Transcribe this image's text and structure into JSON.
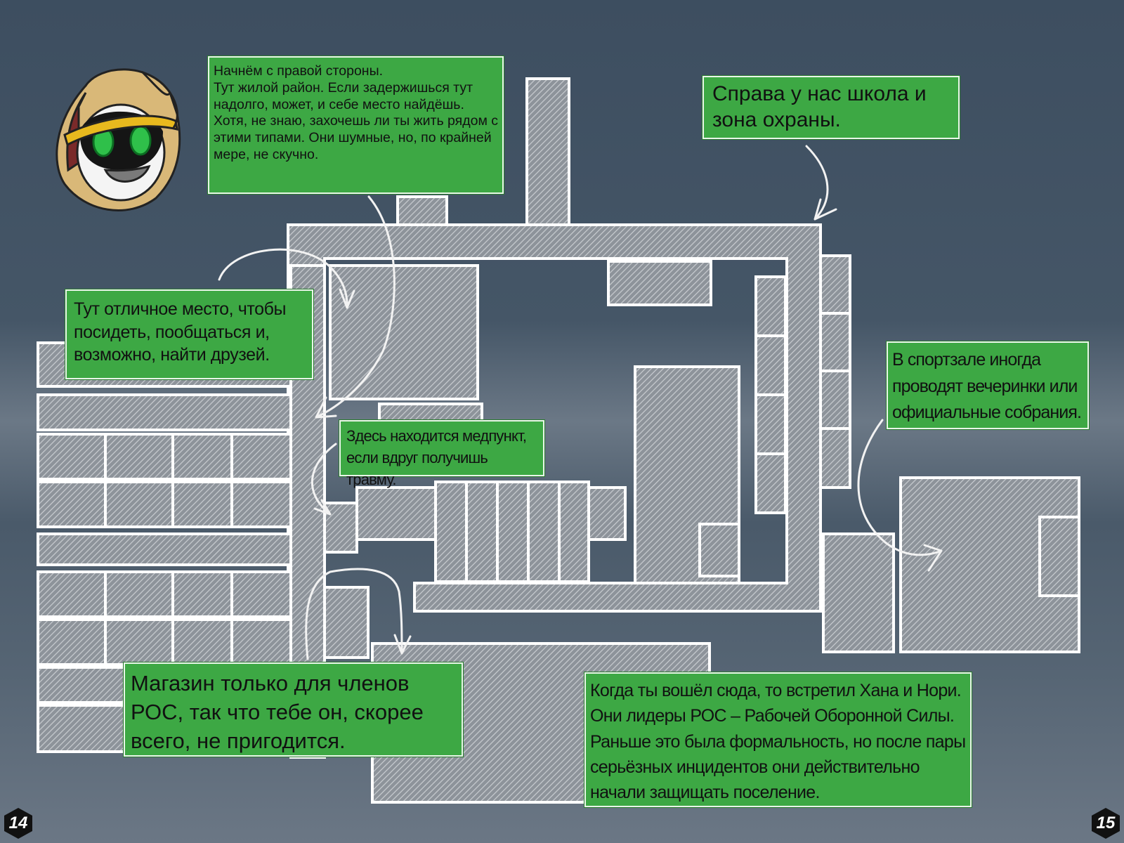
{
  "notes": {
    "residential": "Начнём с правой стороны.\nТут жилой район. Если задержишься тут надолго, может, и себе место найдёшь.\nХотя, не знаю, захочешь ли ты жить рядом с этими типами. Они шумные, но, по крайней мере, не скучно.",
    "school": "Справа у нас школа и зона охраны.",
    "hangout": "Тут отличное место, чтобы посидеть, пообщаться и, возможно, найти друзей.",
    "medbay": "Здесь находится медпункт, если вдруг получишь травму.",
    "gym": "В спортзале иногда проводят вечеринки или официальные собрания.",
    "shop": "Магазин только для членов РОС, так что тебе он, скорее всего, не пригодится.",
    "leaders": "Когда ты вошёл сюда, то встретил Хана и Нори. Они лидеры РОС – Рабочей Оборонной Силы. Раньше это была формальность, но после пары серьёзных инцидентов они действительно начали защищать поселение."
  },
  "pages": {
    "left": "14",
    "right": "15"
  },
  "colors": {
    "note_bg": "#3da844",
    "room_stroke": "#ffffff",
    "background": "#455667"
  },
  "icons": {
    "avatar": "guide-character-icon"
  }
}
